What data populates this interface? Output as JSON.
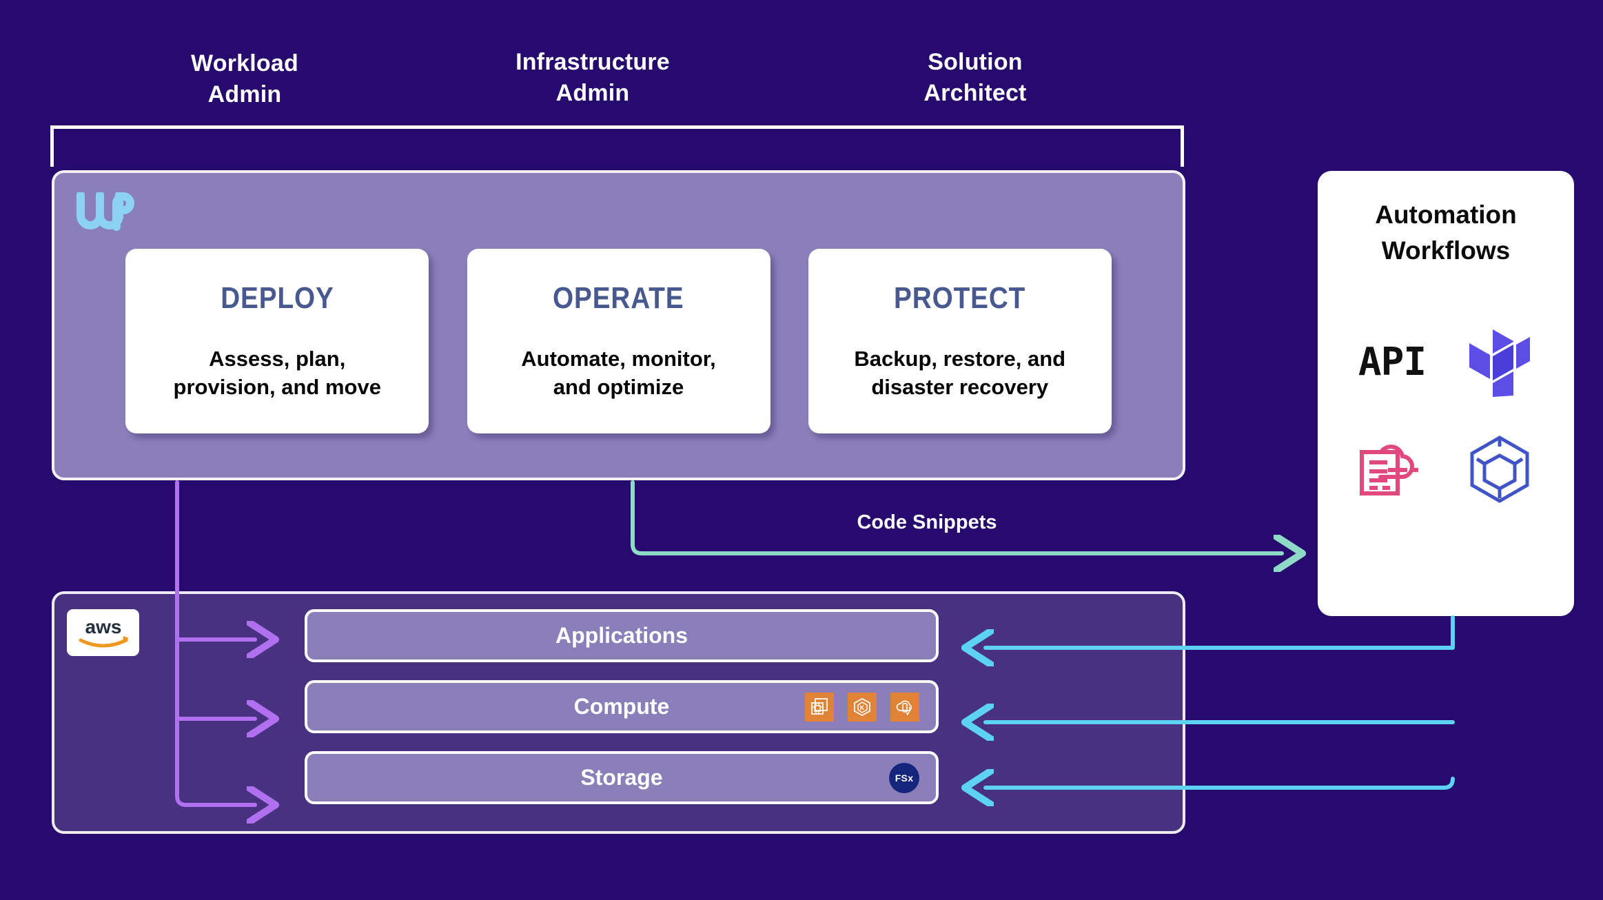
{
  "personas": [
    {
      "label": "Workload\nAdmin"
    },
    {
      "label": "Infrastructure\nAdmin"
    },
    {
      "label": "Solution\nArchitect"
    }
  ],
  "main_panel": {
    "logo_name": "wp-logo",
    "cards": [
      {
        "title": "DEPLOY",
        "desc": "Assess, plan,\nprovision, and move"
      },
      {
        "title": "OPERATE",
        "desc": "Automate, monitor,\nand optimize"
      },
      {
        "title": "PROTECT",
        "desc": "Backup, restore, and\ndisaster recovery"
      }
    ]
  },
  "automation_panel": {
    "title": "Automation\nWorkflows",
    "icons": [
      {
        "name": "api-icon",
        "label": "API"
      },
      {
        "name": "terraform-icon",
        "label": ""
      },
      {
        "name": "cloudformation-icon",
        "label": ""
      },
      {
        "name": "cube-hexagon-icon",
        "label": ""
      }
    ]
  },
  "aws_panel": {
    "logo_label": "aws",
    "rows": [
      {
        "label": "Applications",
        "icons": []
      },
      {
        "label": "Compute",
        "icons": [
          "ec2-icon",
          "eks-icon",
          "elastic-beanstalk-icon"
        ]
      },
      {
        "label": "Storage",
        "icons": [
          "fsx-icon"
        ]
      }
    ]
  },
  "connectors": {
    "code_snippets_label": "Code Snippets"
  },
  "colors": {
    "background": "#260a6e",
    "panel_purple": "#8b7fba",
    "aws_panel_purple": "#483180",
    "card_title": "#47598f",
    "logo_blue": "#8cd2f5",
    "purple_arrow": "#b070ef",
    "cyan_arrow": "#5ed2f2",
    "mint_arrow": "#8fd9c8",
    "terraform_purple": "#5c4ee5",
    "cloudformation_pink": "#e0487e",
    "cube_blue": "#4054c8",
    "aws_icon_orange": "#e08336",
    "fsx_navy": "#16257c"
  }
}
